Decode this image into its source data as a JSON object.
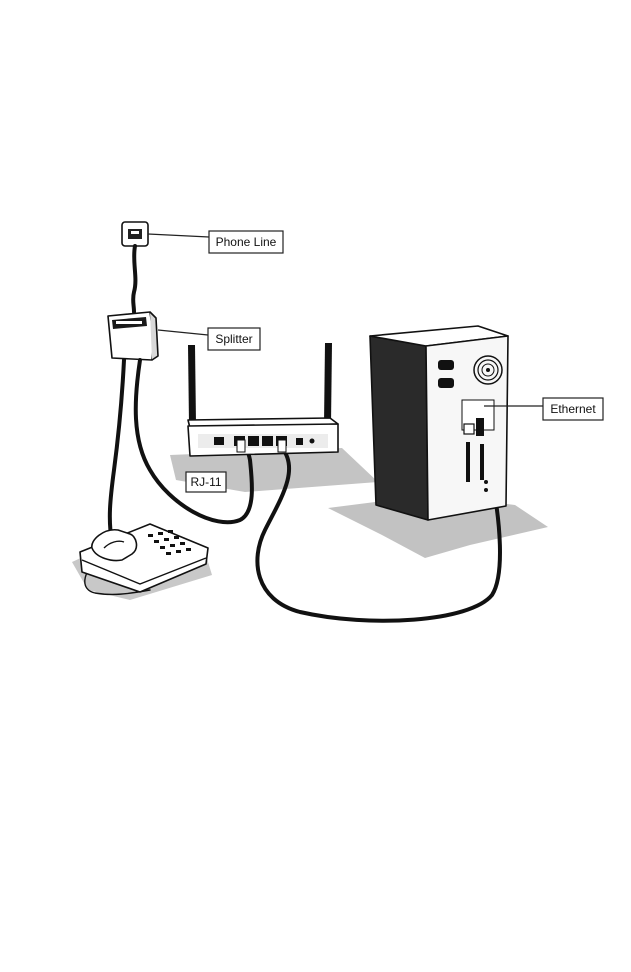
{
  "labels": {
    "phone_line": "Phone Line",
    "splitter": "Splitter",
    "rj11": "RJ-11",
    "ethernet": "Ethernet"
  },
  "colors": {
    "ink": "#111111",
    "shadow": "#bdbdbd",
    "panel_dark": "#2a2a2a",
    "panel_light": "#f4f4f4"
  }
}
